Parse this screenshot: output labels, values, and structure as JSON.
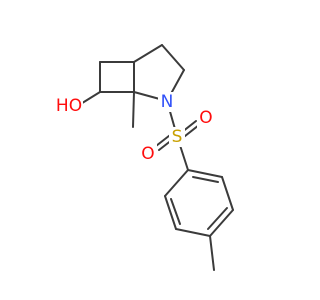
{
  "molecule": {
    "labels": {
      "hydroxyl": "HO",
      "nitrogen": "N",
      "sulfur": "S",
      "oxygen_upper": "O",
      "oxygen_lower": "O"
    },
    "colors": {
      "bond": "#3b3b3b",
      "oxygen": "#ff0d0d",
      "nitrogen": "#3050f8",
      "sulfur": "#c8a000"
    }
  }
}
